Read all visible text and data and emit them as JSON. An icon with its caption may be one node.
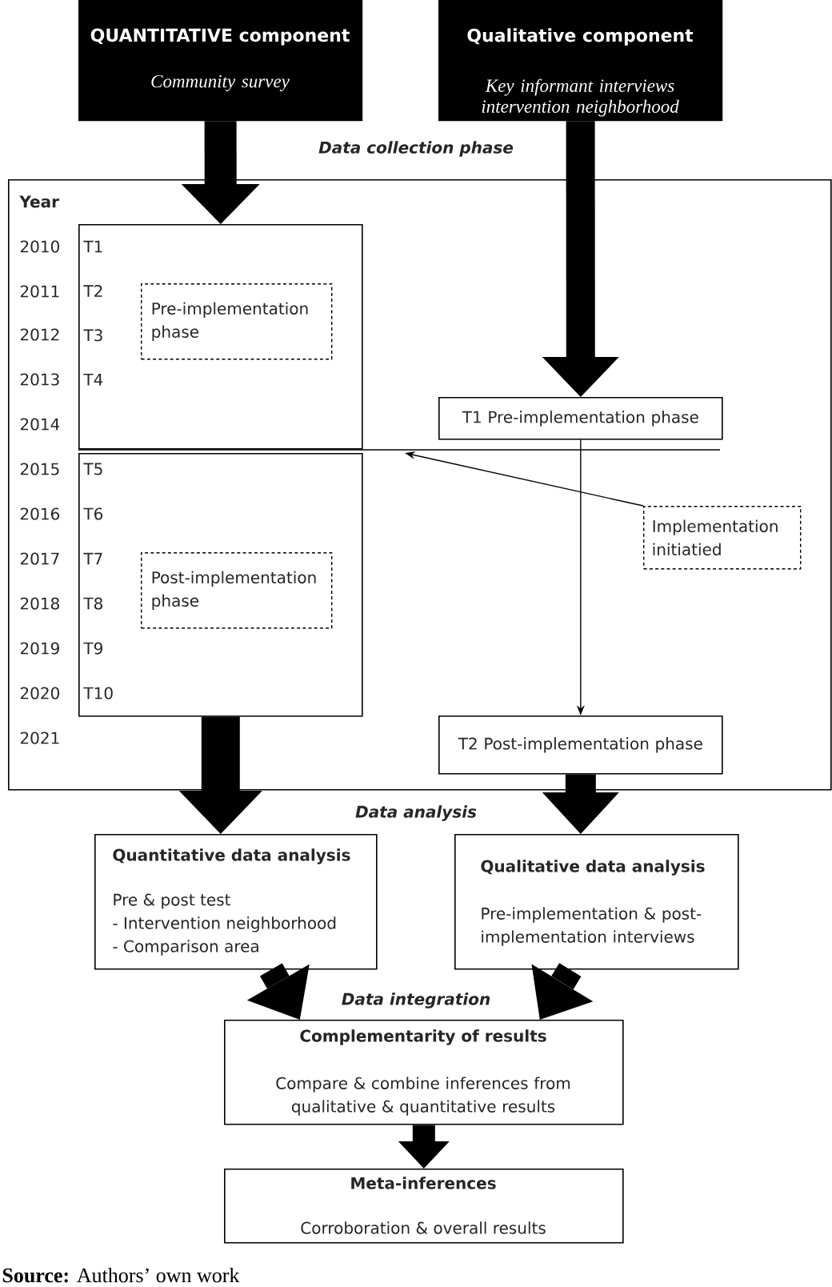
{
  "diagram": {
    "caption": "**Source:** Authors’ own work",
    "nodes": [
      {
        "text": [
          "QUANTITATIVE component",
          "Community survey"
        ]
      },
      {
        "text": [
          "Qualitative component",
          "Key informant interviews intervention neighborhood"
        ]
      },
      {
        "text": [
          "Data collection phase"
        ]
      },
      {
        "text": [
          "T1",
          "T2",
          "T3",
          "T4"
        ],
        "in": 2
      },
      {
        "text": [
          "Pre-implementation phase"
        ],
        "in": 3
      },
      {
        "text": [
          "T1 Pre-implementation phase"
        ],
        "in": 2
      },
      {
        "text": [
          "T5",
          "T6",
          "T7",
          "T8",
          "T9",
          "T10"
        ],
        "in": 2
      },
      {
        "text": [
          "Post-implementation phase"
        ],
        "in": 6
      },
      {
        "text": [
          "Implementation initiatied"
        ],
        "in": 2
      },
      {
        "text": [
          "T2 Post-implementation phase"
        ],
        "in": 2
      },
      {
        "text": [
          "Quantitative data analysis",
          "Pre & post test",
          "- Intervention neighborhood",
          "- Comparison area"
        ]
      },
      {
        "text": [
          "Qualitative data analysis",
          "Pre-implementation & post-implementation interviews"
        ]
      },
      {
        "text": [
          "Complementarity of results",
          "Compare & combine inferences from qualitative & quantitative results"
        ]
      },
      {
        "text": [
          "Meta-inferences",
          "Corroboration & overall results"
        ]
      }
    ],
    "edges": [
      {
        "from": 0,
        "to": 3,
        "arrow": "to"
      },
      {
        "from": 1,
        "to": 5,
        "arrow": "to"
      },
      {
        "from": 5,
        "to": 9,
        "arrow": "to"
      },
      {
        "from": 8,
        "to": null,
        "arrow": "to"
      },
      {
        "from": 6,
        "to": 10,
        "arrow": "to"
      },
      {
        "from": 9,
        "to": 11,
        "arrow": "to"
      },
      {
        "from": 10,
        "to": 12,
        "arrow": "to"
      },
      {
        "from": 11,
        "to": 12,
        "arrow": "to"
      },
      {
        "from": 12,
        "to": 13,
        "arrow": "to"
      }
    ],
    "labels": [
      "Year",
      "2010",
      "2011",
      "2012",
      "2013",
      "2014",
      "2015",
      "2016",
      "2017",
      "2018",
      "2019",
      "2020",
      "2021",
      "Data analysis",
      "Data integration"
    ]
  }
}
